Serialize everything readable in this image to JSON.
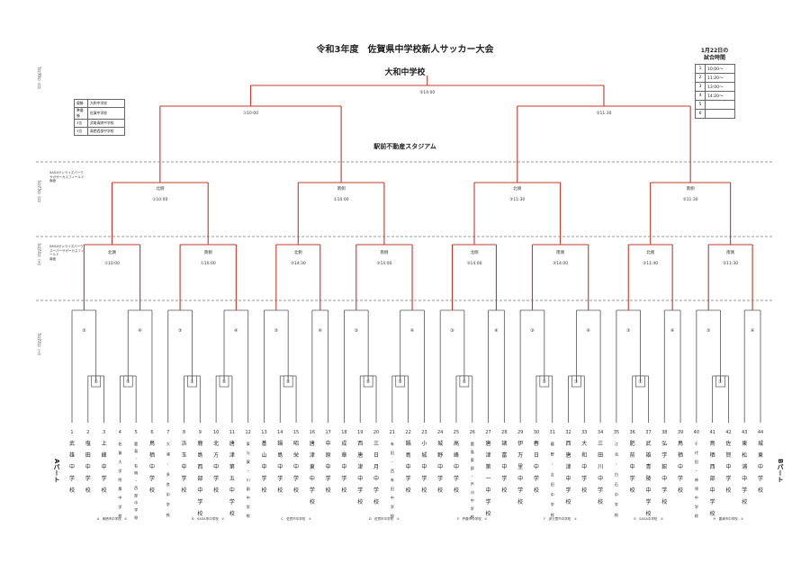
{
  "title": "令和3年度　佐賀県中学校新人サッカー大会",
  "champion": "大和中学校",
  "main_venue": "駅前不動産スタジアム",
  "schedule": {
    "title": "1月22日の\n試合時間",
    "rows": [
      {
        "no": "1",
        "time": "10:00〜"
      },
      {
        "no": "2",
        "time": "11:20〜"
      },
      {
        "no": "3",
        "time": "13:00〜"
      },
      {
        "no": "4",
        "time": "14:20〜"
      },
      {
        "no": "5",
        "time": ""
      },
      {
        "no": "6",
        "time": ""
      }
    ]
  },
  "legend": [
    {
      "key": "優勝",
      "value": "大和中学校"
    },
    {
      "key": "準優勝",
      "value": "佐賀中学校"
    },
    {
      "key": "3位",
      "value": "武雄青陵中学校"
    },
    {
      "key": "3位",
      "value": "鳥栖西部中学校"
    }
  ],
  "round_labels": {
    "r1": "1月30日（日）",
    "r2": "1月23日（日）",
    "r3": "1月22日（土）",
    "r4": "1月22日（土）"
  },
  "venues": {
    "r3": "SAGAサンライズパーク\nサガサーカスフィールド\n南面",
    "r4": "SAGAサンライズパーク\nスーパーサガーカスフィールド\n南面"
  },
  "parts": {
    "a": "Aパート",
    "b": "Bパート"
  },
  "final": {
    "time": "②14:00"
  },
  "semis": [
    {
      "time": "①10:00"
    },
    {
      "time": "②11:30"
    }
  ],
  "quarters": [
    {
      "side": "北側",
      "time": "①10:00"
    },
    {
      "side": "南側",
      "time": "①10:00"
    },
    {
      "side": "北側",
      "time": "②11:30"
    },
    {
      "side": "南側",
      "time": "②11:30"
    }
  ],
  "r16": [
    {
      "side": "北側",
      "time": "①10:00"
    },
    {
      "side": "南側",
      "time": "①10:00"
    },
    {
      "side": "北側",
      "time": "③14:30"
    },
    {
      "side": "南側",
      "time": "③14:00"
    },
    {
      "side": "北側",
      "time": "③14:00"
    },
    {
      "side": "南側",
      "time": "③14:00"
    },
    {
      "side": "北側",
      "time": "②11:40"
    },
    {
      "side": "南側",
      "time": "②11:30"
    }
  ],
  "teams": [
    {
      "no": "1",
      "name": "武雄中学校"
    },
    {
      "no": "2",
      "name": "塩田中学校"
    },
    {
      "no": "3",
      "name": "上峰中学校"
    },
    {
      "no": "4",
      "name": "佐賀大学附属中学校"
    },
    {
      "no": "5",
      "name": "鹿島・有明・西部中学校"
    },
    {
      "no": "6",
      "name": "鳥栖中学校"
    },
    {
      "no": "7",
      "name": "大浦・多良中学校"
    },
    {
      "no": "8",
      "name": "浜玉中学校"
    },
    {
      "no": "9",
      "name": "鹿島西部中学校"
    },
    {
      "no": "10",
      "name": "北方中学校"
    },
    {
      "no": "11",
      "name": "唐津第五中学校"
    },
    {
      "no": "12",
      "name": "東与賀・川副中学校"
    },
    {
      "no": "13",
      "name": "基山中学校"
    },
    {
      "no": "14",
      "name": "鍋島中学校"
    },
    {
      "no": "15",
      "name": "昭栄中学校"
    },
    {
      "no": "16",
      "name": "唐津東中学校"
    },
    {
      "no": "17",
      "name": "中原中学校"
    },
    {
      "no": "18",
      "name": "成章中学校"
    },
    {
      "no": "19",
      "name": "西唐津中学校"
    },
    {
      "no": "20",
      "name": "三日月中学校"
    },
    {
      "no": "21",
      "name": "有田・西有田中学校"
    },
    {
      "no": "22",
      "name": "鍋島中学校"
    },
    {
      "no": "23",
      "name": "小城中学校"
    },
    {
      "no": "24",
      "name": "城野中学校"
    },
    {
      "no": "25",
      "name": "高峰中学校"
    },
    {
      "no": "26",
      "name": "鹿島東部・芦刈中学校"
    },
    {
      "no": "27",
      "name": "唐津第一中学校"
    },
    {
      "no": "28",
      "name": "諸富中学校"
    },
    {
      "no": "29",
      "name": "伊万里中学校"
    },
    {
      "no": "30",
      "name": "春日中学校"
    },
    {
      "no": "31",
      "name": "嬉野・吉田中学校"
    },
    {
      "no": "32",
      "name": "西唐津中学校"
    },
    {
      "no": "33",
      "name": "大和中学校"
    },
    {
      "no": "34",
      "name": "三田川中学校"
    },
    {
      "no": "35",
      "name": "江北・白石中学校"
    },
    {
      "no": "36",
      "name": "肥前中学校"
    },
    {
      "no": "37",
      "name": "武雄青陵中学校"
    },
    {
      "no": "38",
      "name": "弘学館中学校"
    },
    {
      "no": "39",
      "name": "鳥栖中学校"
    },
    {
      "no": "40",
      "name": "千代田・神埼中学校"
    },
    {
      "no": "41",
      "name": "鳥栖西部中学校"
    },
    {
      "no": "42",
      "name": "佐賀中学校"
    },
    {
      "no": "43",
      "name": "東松浦中学校"
    },
    {
      "no": "44",
      "name": "城東中学校"
    }
  ],
  "groups": [
    "A　鳥栖市中学校　①",
    "B　SAGA市中学校　①",
    "C　佐賀市中学校　①",
    "D　佐賀市中学校　①",
    "E　杵藤市中学校　①",
    "F　伊万里市中学校　①",
    "G　SAGA中学校　①",
    "H　唐津市中学校　①"
  ]
}
